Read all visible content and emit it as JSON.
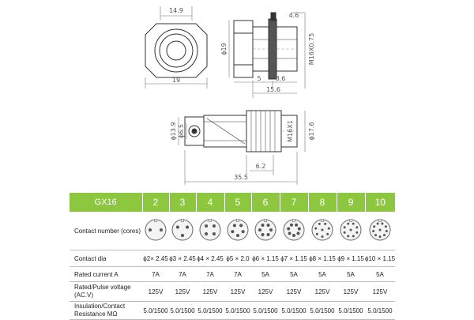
{
  "drawing": {
    "front_view": {
      "top_dim": "14.9",
      "bottom_dim": "19"
    },
    "side_view": {
      "dia": "ϕ19",
      "thread": "M16X0.75",
      "top_dim": "4.6",
      "dim_a": "5",
      "dim_b": "8.6",
      "dim_c": "15.6"
    },
    "plug_view": {
      "dia_outer": "ϕ13.9",
      "dia_inner": "ϕ6.5",
      "thread": "M16X1",
      "dia_right": "ϕ17.6",
      "dim_small": "6.2",
      "length": "35.5"
    }
  },
  "table": {
    "header": {
      "label": "GX16",
      "columns": [
        "2",
        "3",
        "4",
        "5",
        "6",
        "7",
        "8",
        "9",
        "10"
      ]
    },
    "pin_counts": [
      2,
      3,
      4,
      5,
      6,
      7,
      8,
      9,
      10
    ],
    "colors": {
      "header_bg": "#8dc63f",
      "header_text": "#ffffff",
      "rule": "#bdbdbd"
    },
    "rows": {
      "contact_number": {
        "label": "Contact number (cores)"
      },
      "contact_dia": {
        "label": "Contact dia",
        "values": [
          "ϕ2× 2.45",
          "ϕ3 × 2.45",
          "ϕ4 × 2.45",
          "ϕ5 × 2.0",
          "ϕ6 × 1.15",
          "ϕ7 × 1.15",
          "ϕ8 × 1.15",
          "ϕ9 × 1.15",
          "ϕ10 × 1.15"
        ]
      },
      "rated_current": {
        "label": "Rated current A",
        "values": [
          "7A",
          "7A",
          "7A",
          "7A",
          "5A",
          "5A",
          "5A",
          "5A",
          "5A"
        ]
      },
      "rated_voltage": {
        "label_1": "Rated/Pulse voltage",
        "label_2": "(AC.V)",
        "values": [
          "125V",
          "125V",
          "125V",
          "125V",
          "125V",
          "125V",
          "125V",
          "125V",
          "125V"
        ]
      },
      "insulation": {
        "label_1": "Insulation/Contact",
        "label_2": "Resistance MΩ",
        "values": [
          "5.0/1500",
          "5.0/1500",
          "5.0/1500",
          "5.0/1500",
          "5.0/1500",
          "5.0/1500",
          "5.0/1500",
          "5.0/1500",
          "5.0/1500"
        ]
      }
    }
  }
}
